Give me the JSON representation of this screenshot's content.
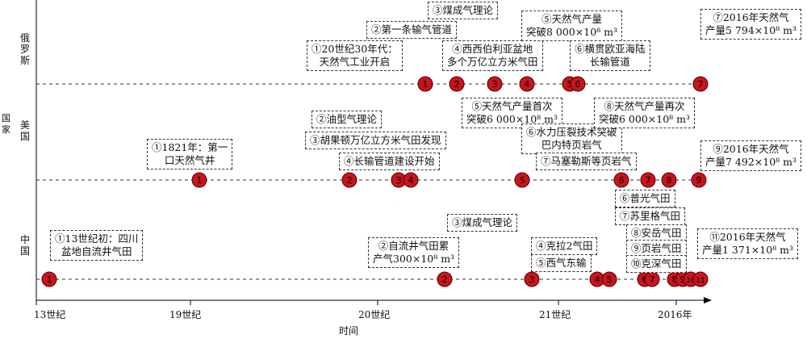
{
  "axes": {
    "y_title": "国家",
    "x_title": "时间",
    "countries": {
      "russia": "俄罗斯",
      "usa": "美国",
      "china": "中国"
    },
    "x_ticks": [
      "13世纪",
      "19世纪",
      "20世纪",
      "21世纪",
      "2016年"
    ]
  },
  "colors": {
    "marker": "#c8141e",
    "marker_stroke": "#5a0000",
    "line": "#333333"
  },
  "russia": {
    "events": [
      "①20世纪30年代：\n天然气工业开启",
      "②第一条输气管道",
      "③煤成气理论",
      "④西西伯利亚盆地\n多个万亿立方米气田",
      "⑤天然气产量\n突破8 000×10⁸ m³",
      "⑥横贯欧亚海陆\n长输管道",
      "⑦2016年天然气\n产量5 794×10⁸ m³"
    ],
    "markers": [
      "1",
      "2",
      "3",
      "4",
      "5",
      "6",
      "7"
    ]
  },
  "usa": {
    "events": [
      "①1821年：第一\n口天然气井",
      "②油型气理论",
      "③胡果顿万亿立方米气田发现",
      "④长输管道建设开始",
      "⑤天然气产量首次\n突破6 000×10⁸ m³",
      "⑥水力压裂技术突破\n巴内特页岩气",
      "⑦马塞勒斯等页岩气",
      "⑧天然气产量再次\n突破6 000×10⁸ m³",
      "⑨2016年天然气\n产量7 492×10⁸ m³"
    ],
    "markers": [
      "1",
      "2",
      "3",
      "4",
      "5",
      "6",
      "7",
      "8",
      "9"
    ]
  },
  "china": {
    "events": [
      "①13世纪初：四川\n盆地自流井气田",
      "②自流井气田累\n产气300×10⁸ m³",
      "③煤成气理论",
      "④克拉2气田",
      "⑤西气东输",
      "⑥普光气田",
      "⑦苏里格气田",
      "⑧安岳气田",
      "⑨页岩气田",
      "⑩克深气田",
      "⑪2016年天然气\n产量1 371×10⁸ m³"
    ],
    "markers": [
      "1",
      "2",
      "3",
      "4",
      "5",
      "6",
      "7",
      "8",
      "9",
      "10",
      "11"
    ]
  }
}
